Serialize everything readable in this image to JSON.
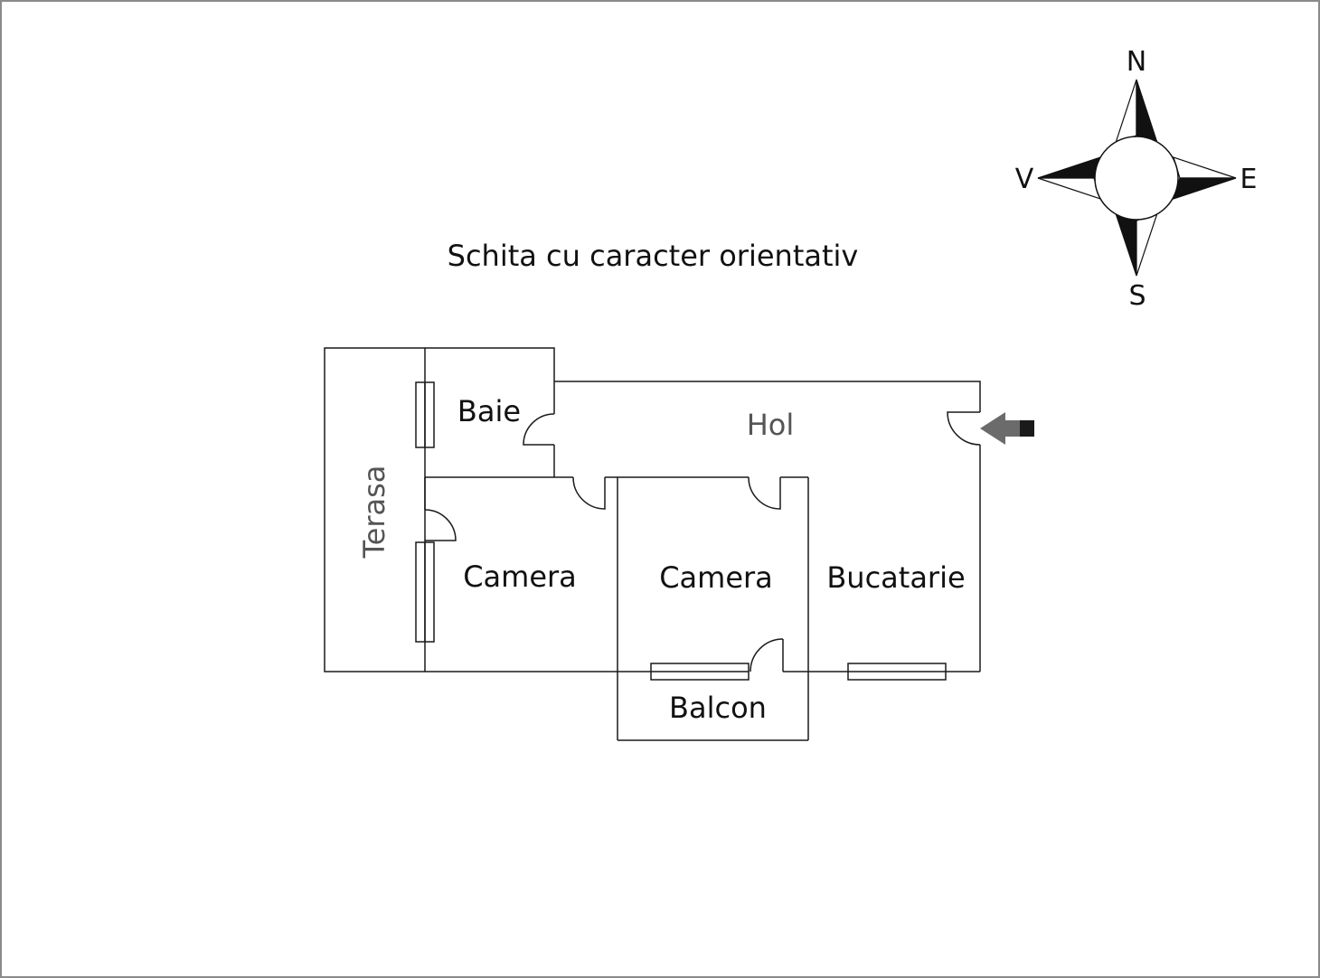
{
  "title": "Schita cu caracter orientativ",
  "compass": {
    "north": "N",
    "south": "S",
    "east": "E",
    "west": "V"
  },
  "rooms": {
    "terasa": "Terasa",
    "baie": "Baie",
    "hol": "Hol",
    "camera_1": "Camera",
    "camera_2": "Camera",
    "bucatarie": "Bucatarie",
    "balcon": "Balcon"
  },
  "colors": {
    "lines": "#1a1a1a",
    "frame": "#8a8a8a",
    "entry_arrow": "#6b6b6b",
    "entry_arrow_tail": "#1a1a1a"
  },
  "icons": {
    "compass": "compass-rose-icon",
    "entrance": "entrance-arrow-icon"
  }
}
